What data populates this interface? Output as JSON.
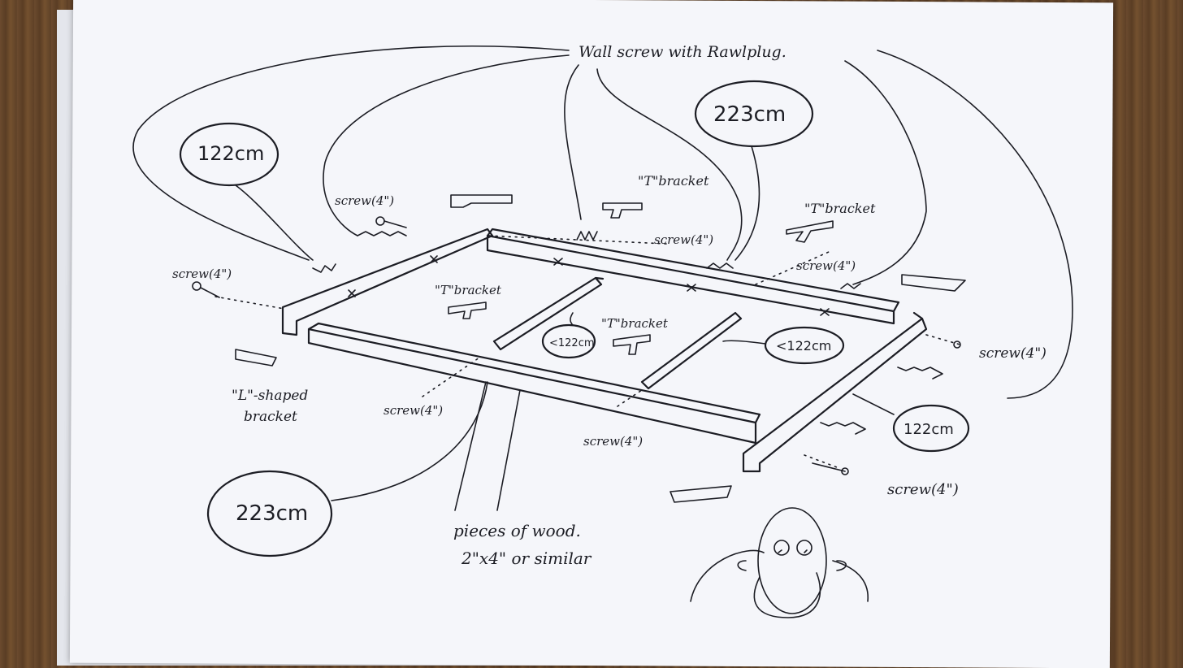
{
  "labels": {
    "wall_screw": "Wall screw with Rawlplug.",
    "dim_122_top": "122cm",
    "dim_223_top": "223cm",
    "dim_223_bottom": "223cm",
    "dim_122_right": "122cm",
    "dim_lt122_left": "<122cm",
    "dim_lt122_right": "<122cm",
    "t_bracket_top": "\"T\"bracket",
    "t_bracket_right": "\"T\"bracket",
    "t_bracket_mid_left": "\"T\"bracket",
    "t_bracket_mid": "\"T\"bracket",
    "screw_top_left": "screw(4\")",
    "screw_left": "screw(4\")",
    "screw_top_mid": "screw(4\")",
    "screw_top_right": "screw(4\")",
    "screw_right": "screw(4\")",
    "screw_bottom_left": "screw(4\")",
    "screw_bottom_mid": "screw(4\")",
    "screw_bottom_right": "screw(4\")",
    "l_bracket_1": "\"L\"-shaped",
    "l_bracket_2": "bracket",
    "wood_1": "pieces of wood.",
    "wood_2": "2\"x4\" or similar"
  }
}
